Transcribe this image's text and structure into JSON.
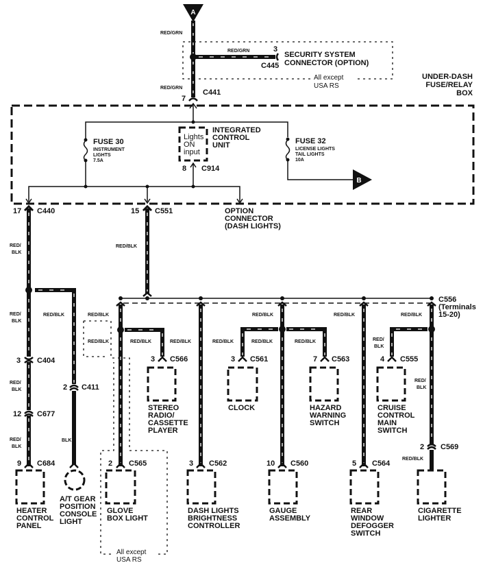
{
  "diagram": {
    "title": "Dash Lights Wiring",
    "terminals": {
      "top_input": "A",
      "output": "B"
    },
    "fuse_box_label": [
      "UNDER-DASH",
      "FUSE/RELAY",
      "BOX"
    ],
    "security": {
      "wire": "RED/GRN",
      "pin": "3",
      "connector": "C445",
      "label": [
        "SECURITY SYSTEM",
        "CONNECTOR (OPTION)"
      ],
      "note": [
        "All except",
        "USA RS"
      ]
    },
    "top_wire_color": "RED/GRN",
    "c441": {
      "pin": "7",
      "connector": "C441",
      "wire": "RED/GRN"
    },
    "fuse30": {
      "name": "FUSE 30",
      "desc": [
        "INSTRUMENT",
        "LIGHTS",
        "7.5A"
      ]
    },
    "fuse32": {
      "name": "FUSE 32",
      "desc": [
        "LICENSE LIGHTS",
        "TAIL LIGHTS",
        "10A"
      ]
    },
    "icu": {
      "box": [
        "Lights",
        "ON",
        "input"
      ],
      "label": [
        "INTEGRATED",
        "CONTROL",
        "UNIT"
      ],
      "pin": "8",
      "connector": "C914"
    },
    "c440": {
      "pin": "17",
      "connector": "C440"
    },
    "c551": {
      "pin": "15",
      "connector": "C551"
    },
    "option_connector": [
      "OPTION",
      "CONNECTOR",
      "(DASH LIGHTS)"
    ],
    "wire_red_blk": "RED/BLK",
    "wire_red_blk_split": [
      "RED/",
      "BLK"
    ],
    "wire_blk": "BLK",
    "c556": {
      "connector": "C556",
      "terminals": [
        "(Terminals",
        "15-20)"
      ]
    },
    "connectors": {
      "c404": {
        "pin": "3",
        "name": "C404"
      },
      "c677": {
        "pin": "12",
        "name": "C677"
      },
      "c684": {
        "pin": "9",
        "name": "C684"
      },
      "c411": {
        "pin": "2",
        "name": "C411"
      },
      "c565": {
        "pin": "2",
        "name": "C565"
      },
      "c566": {
        "pin": "3",
        "name": "C566"
      },
      "c562": {
        "pin": "3",
        "name": "C562"
      },
      "c561": {
        "pin": "3",
        "name": "C561"
      },
      "c560": {
        "pin": "10",
        "name": "C560"
      },
      "c563": {
        "pin": "7",
        "name": "C563"
      },
      "c564": {
        "pin": "5",
        "name": "C564"
      },
      "c555": {
        "pin": "4",
        "name": "C555"
      },
      "c569": {
        "pin": "2",
        "name": "C569"
      }
    },
    "components": {
      "heater": [
        "HEATER",
        "CONTROL",
        "PANEL"
      ],
      "at_gear": [
        "A/T GEAR",
        "POSITION",
        "CONSOLE",
        "LIGHT"
      ],
      "glove": [
        "GLOVE",
        "BOX LIGHT"
      ],
      "stereo": [
        "STEREO",
        "RADIO/",
        "CASSETTE",
        "PLAYER"
      ],
      "dash_ctrl": [
        "DASH LIGHTS",
        "BRIGHTNESS",
        "CONTROLLER"
      ],
      "clock": [
        "CLOCK"
      ],
      "gauge": [
        "GAUGE",
        "ASSEMBLY"
      ],
      "hazard": [
        "HAZARD",
        "WARNING",
        "SWITCH"
      ],
      "defogger": [
        "REAR",
        "WINDOW",
        "DEFOGGER",
        "SWITCH"
      ],
      "cruise": [
        "CRUISE",
        "CONTROL",
        "MAIN",
        "SWITCH"
      ],
      "lighter": [
        "CIGARETTE",
        "LIGHTER"
      ]
    },
    "glove_note": [
      "All except",
      "USA RS"
    ]
  }
}
